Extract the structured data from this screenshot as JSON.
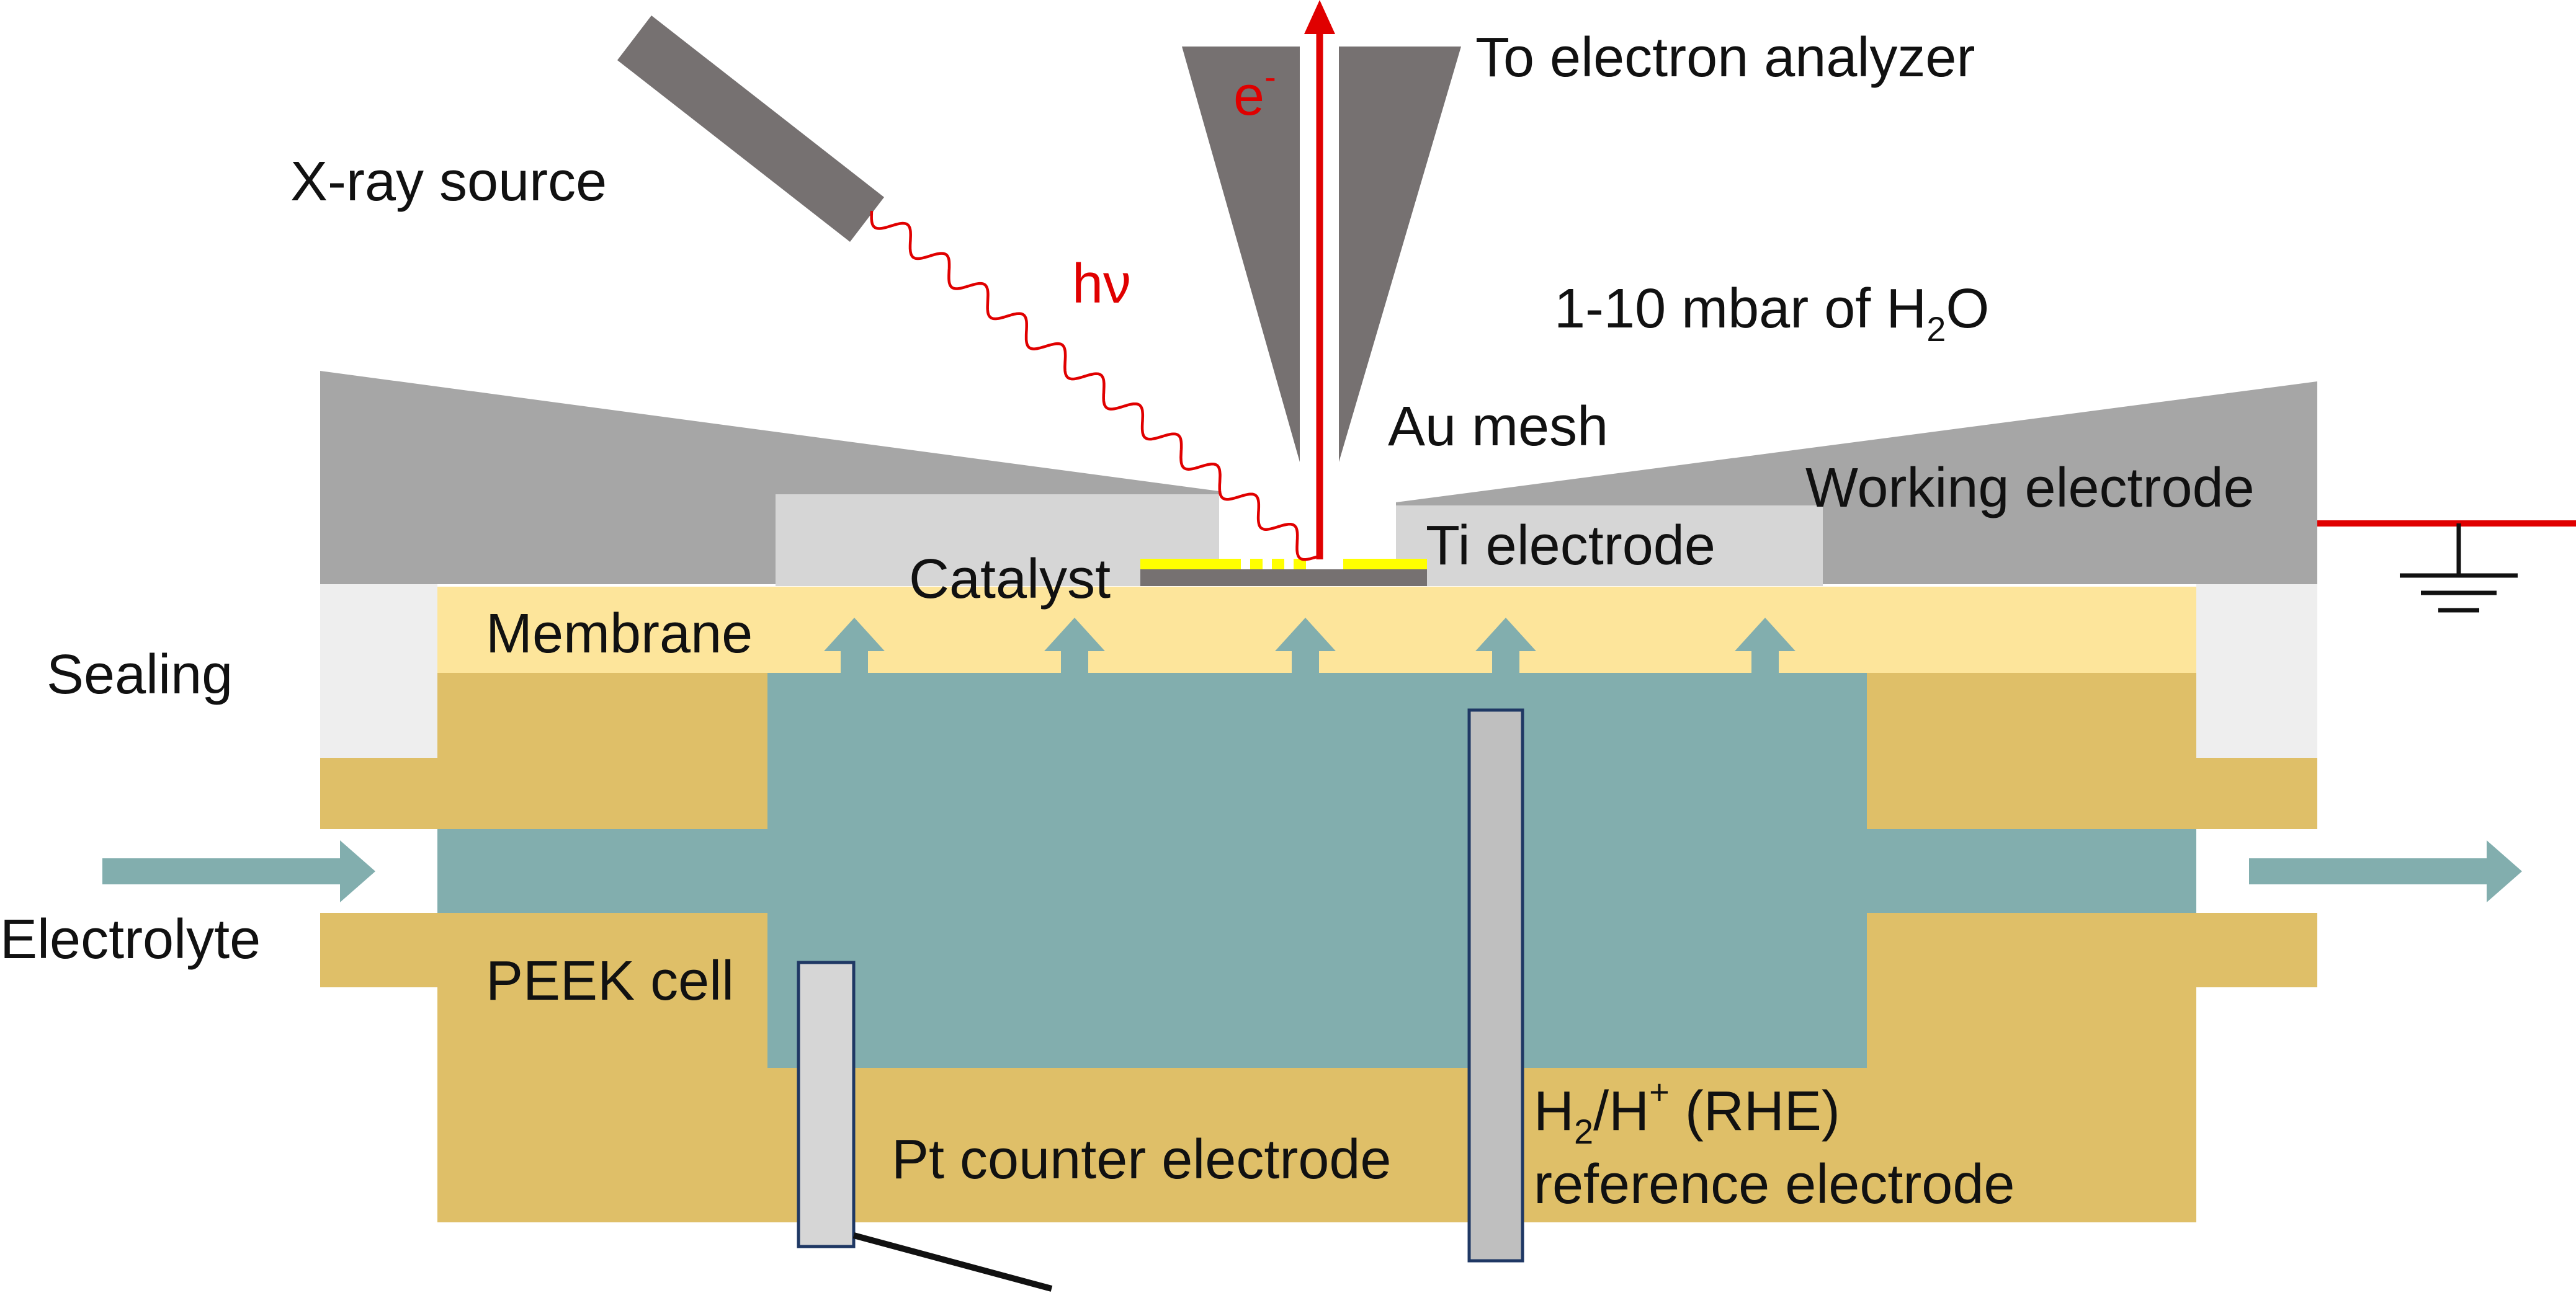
{
  "labels": {
    "xray_source": "X-ray source",
    "photon": "hν",
    "electron": "e",
    "electron_sup": "-",
    "to_analyzer": "To electron analyzer",
    "pressure_pre": "1-10 mbar of H",
    "pressure_sub": "2",
    "pressure_post": "O",
    "au_mesh": "Au mesh",
    "working_electrode": "Working electrode",
    "ti_electrode": "Ti electrode",
    "catalyst": "Catalyst",
    "membrane": "Membrane",
    "sealing": "Sealing",
    "electrolyte": "Electrolyte",
    "peek_cell": "PEEK cell",
    "pt_counter": "Pt counter electrode",
    "ref_h": "H",
    "ref_h_sub": "2",
    "ref_slash_h": "/H",
    "ref_plus": "+",
    "ref_rhe": " (RHE)",
    "ref_line2": "reference electrode"
  },
  "colors": {
    "peek": "#dfbf68",
    "electrolyte": "#82aeae",
    "membrane": "#fde59b",
    "sealing": "#eeeeee",
    "ti_electrode": "#d6d6d6",
    "working_electrode": "#a6a6a6",
    "analyzer_cone": "#767171",
    "catalyst_yellow": "#ffff00",
    "beam_red": "#e00000",
    "rod_gray": "#bfbfbf"
  }
}
